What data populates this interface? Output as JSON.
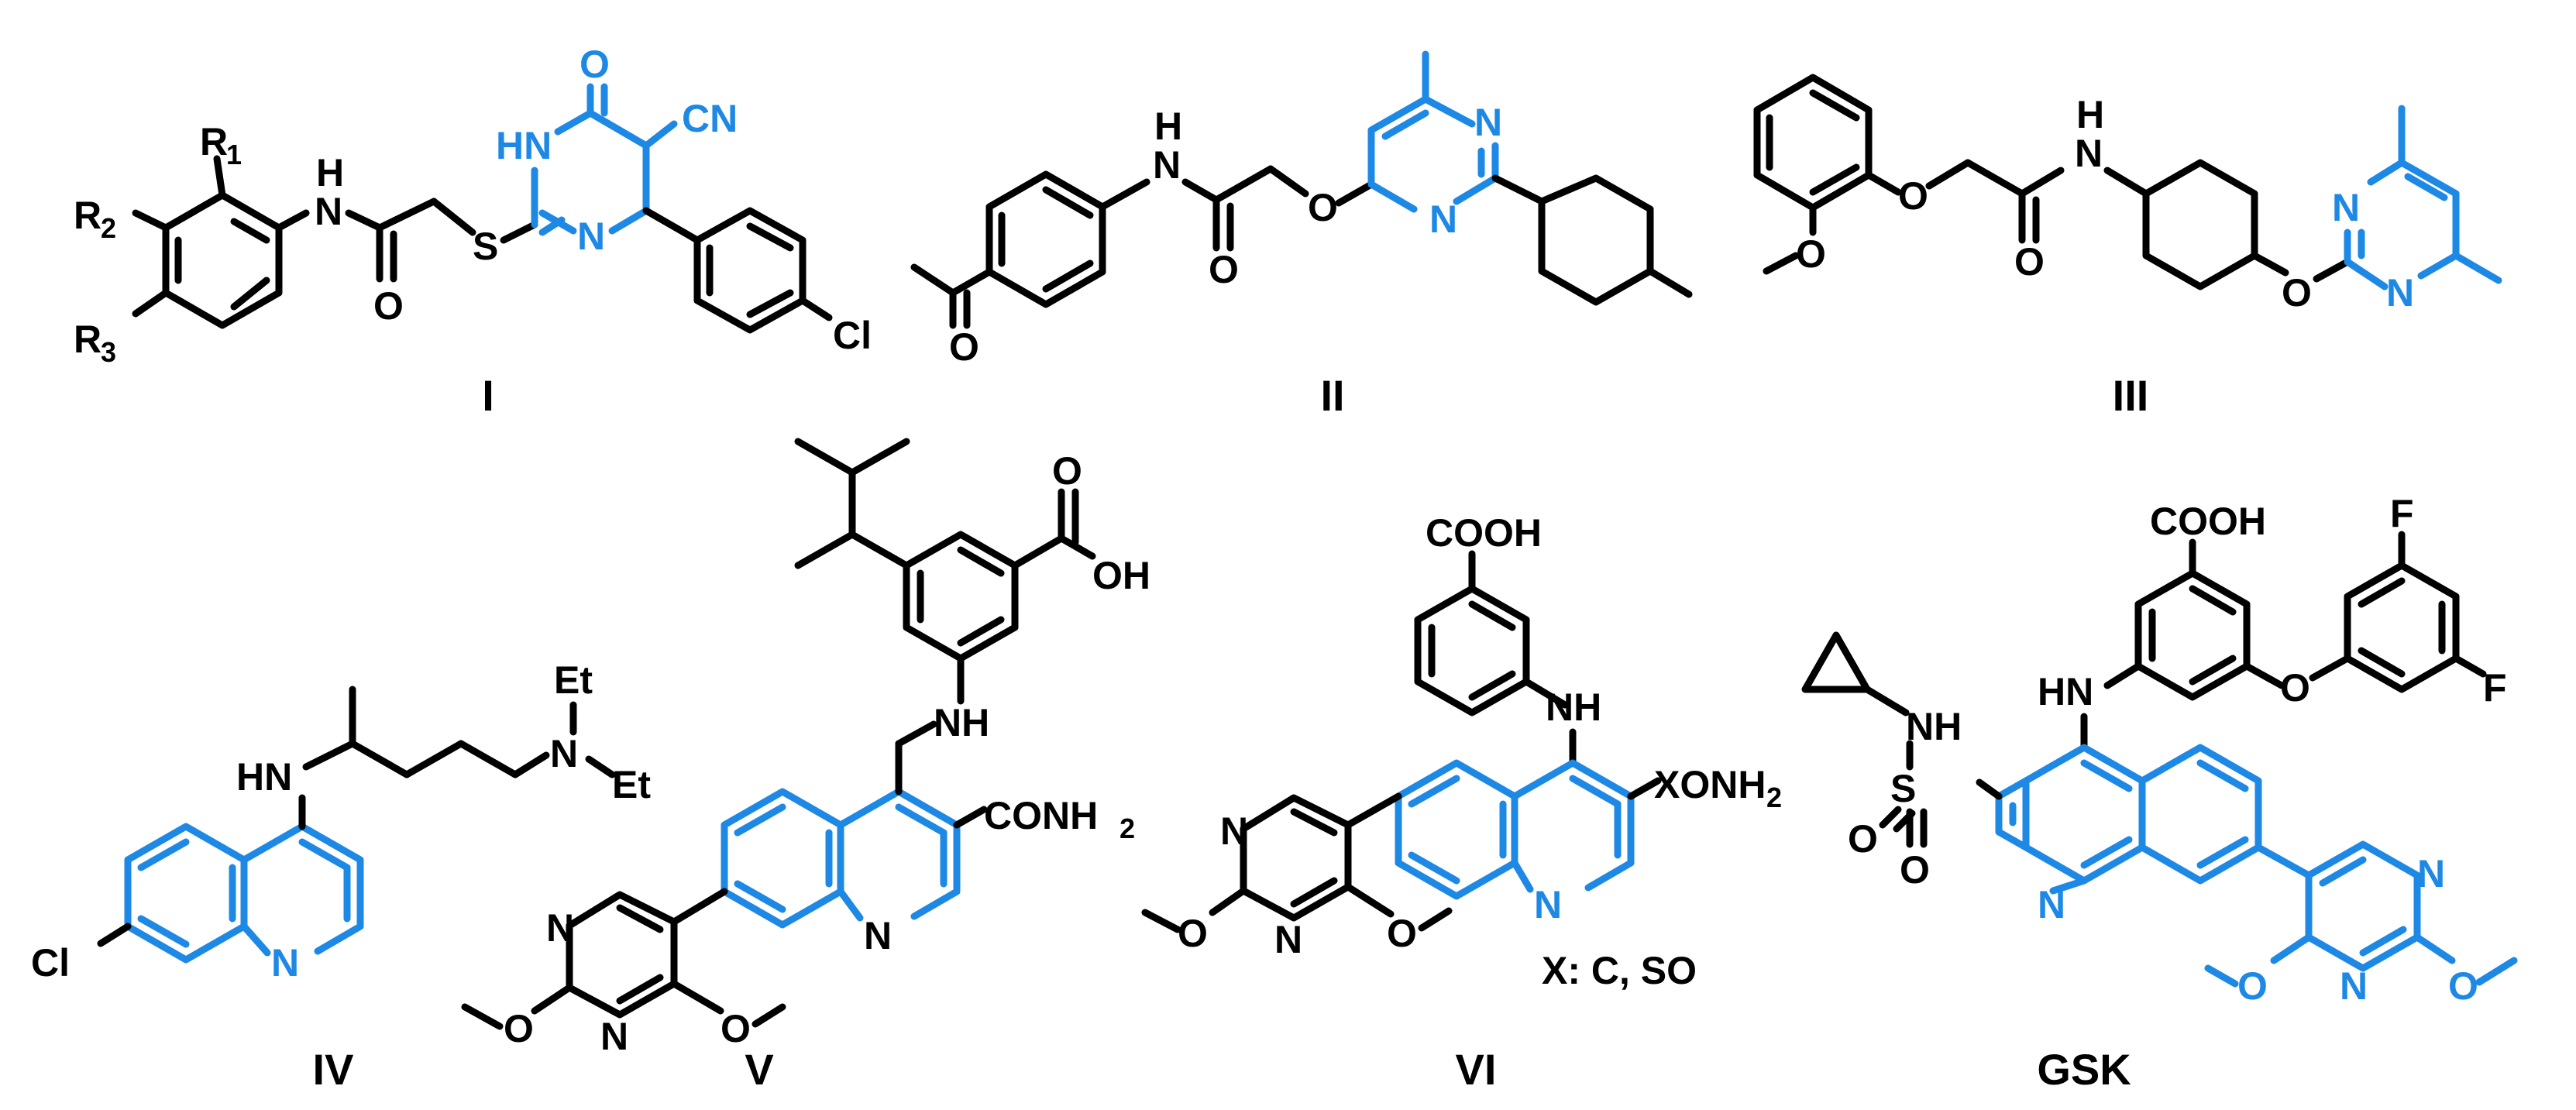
{
  "colors": {
    "bond": "#000000",
    "highlight": "#1e88e5",
    "background": "#ffffff"
  },
  "compounds": [
    {
      "caption": "I",
      "labels": [
        "R",
        "1",
        "R",
        "2",
        "R",
        "3",
        "H",
        "N",
        "O",
        "S",
        "HN",
        "O",
        "CN",
        "N",
        "Cl"
      ]
    },
    {
      "caption": "II",
      "labels": [
        "H",
        "N",
        "O",
        "O",
        "O",
        "N",
        "N"
      ]
    },
    {
      "caption": "III",
      "labels": [
        "O",
        "O",
        "H",
        "N",
        "O",
        "O",
        "N",
        "N"
      ]
    },
    {
      "caption": "IV",
      "labels": [
        "Et",
        "N",
        "Et",
        "HN",
        "Cl",
        "N"
      ]
    },
    {
      "caption": "V",
      "labels": [
        "O",
        "OH",
        "NH",
        "CONH",
        "2",
        "N",
        "N",
        "N",
        "O",
        "O"
      ]
    },
    {
      "caption": "VI",
      "labels": [
        "COOH",
        "NH",
        "XONH",
        "2",
        "N",
        "N",
        "N",
        "O",
        "O"
      ],
      "note": "X: C, SO"
    },
    {
      "caption": "GSK",
      "labels": [
        "COOH",
        "F",
        "F",
        "O",
        "NH",
        "S",
        "O",
        "O",
        "HN",
        "N",
        "N",
        "N",
        "O",
        "O"
      ]
    }
  ]
}
